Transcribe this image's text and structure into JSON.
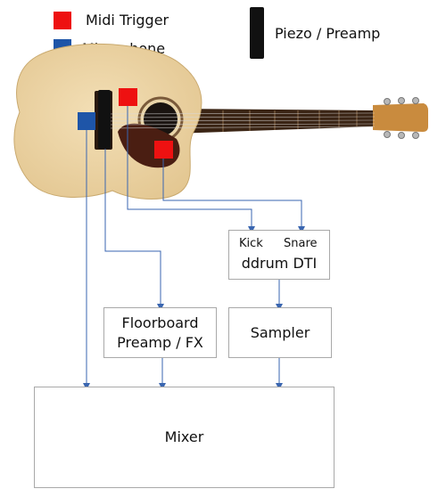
{
  "legend": {
    "midi_trigger": "Midi Trigger",
    "microphone": "Microphone",
    "piezo_preamp": "Piezo / Preamp"
  },
  "boxes": {
    "ddrum": {
      "kick": "Kick",
      "snare": "Snare",
      "title": "ddrum DTI"
    },
    "floorboard": {
      "line1": "Floorboard",
      "line2": "Preamp / FX"
    },
    "sampler": "Sampler",
    "mixer": "Mixer"
  },
  "colors": {
    "midi_trigger": "#ee1111",
    "microphone": "#1e55a8",
    "piezo": "#111111",
    "arrow": "#3a66b0",
    "guitar_top": "#ead2a3",
    "guitar_neck": "#3a2414",
    "headstock": "#c98b3e",
    "pickguard": "#4a1e12",
    "box_border": "#a9a9a9"
  }
}
